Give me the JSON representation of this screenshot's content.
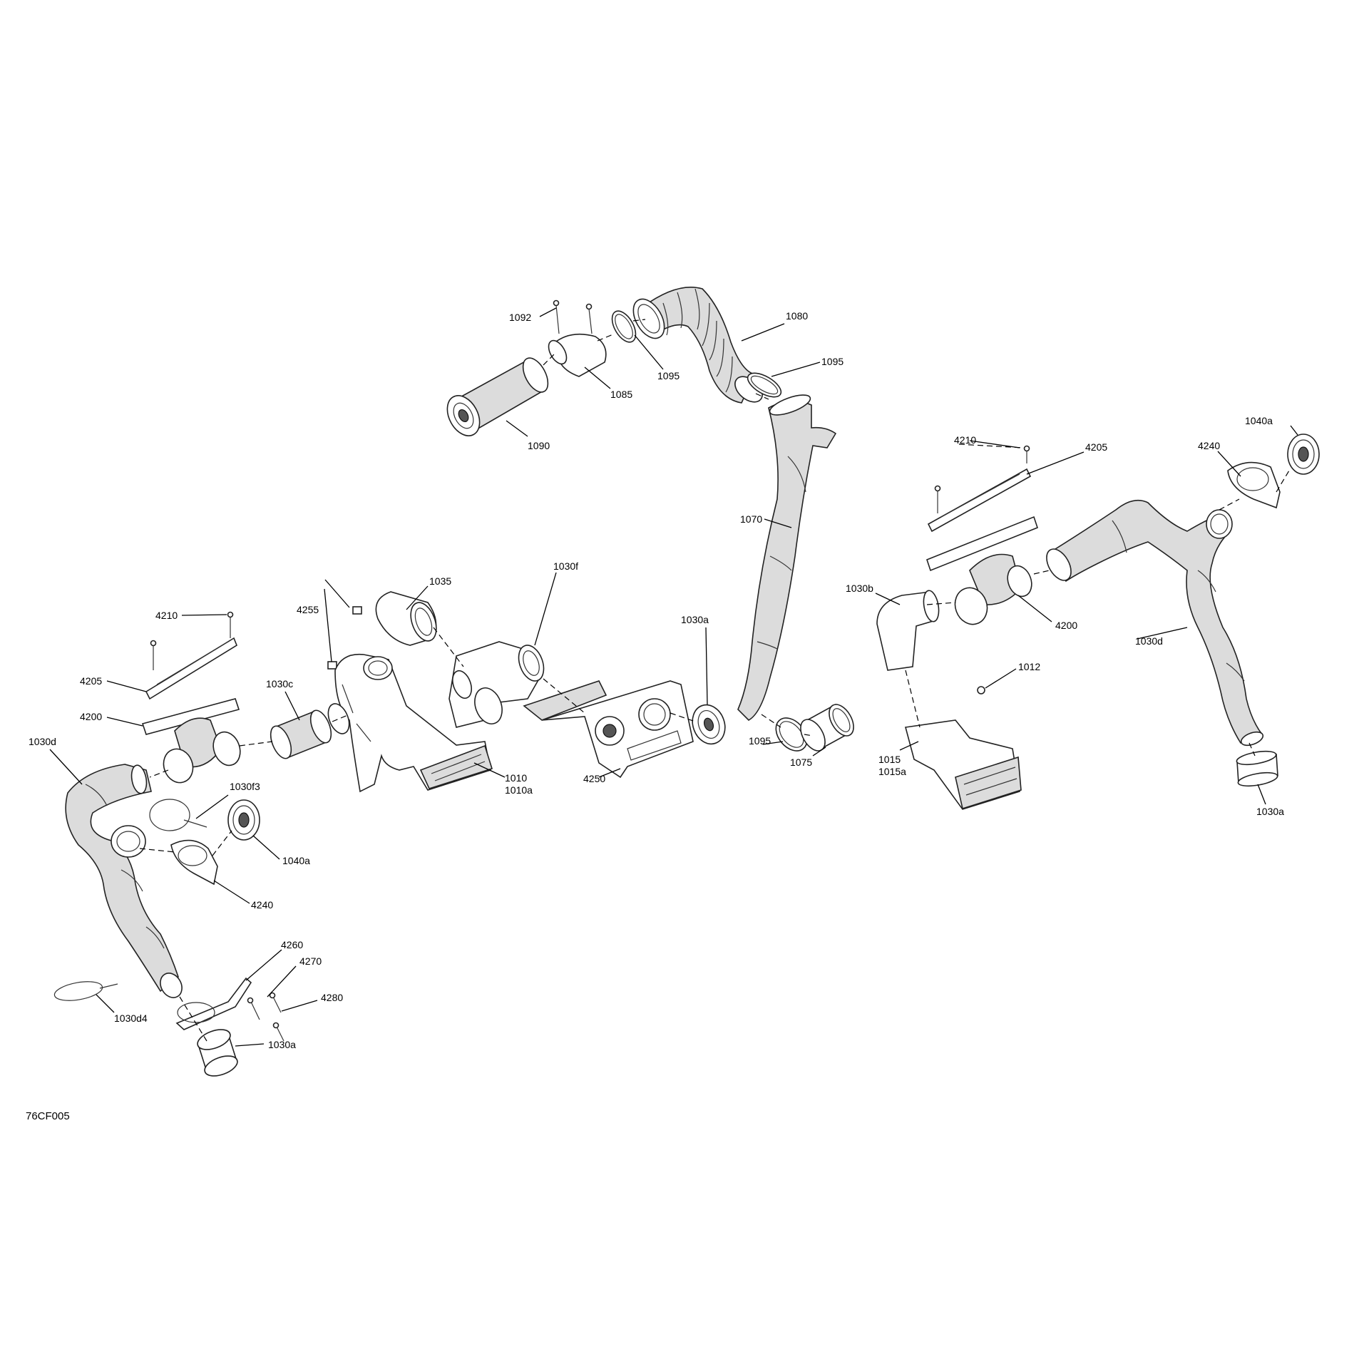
{
  "diagram_code": "76CF005",
  "labels": {
    "p1092": "1092",
    "p1085": "1085",
    "p1090": "1090",
    "p1095_top": "1095",
    "p1080": "1080",
    "p1095_mid": "1095",
    "p1070": "1070",
    "p1095_low": "1095",
    "p1075": "1075",
    "p1035": "1035",
    "p4255": "4255",
    "p1030f": "1030f",
    "p1030a_center": "1030a",
    "p1030c": "1030c",
    "p1010": "1010",
    "p1010a": "1010a",
    "p4250": "4250",
    "p4210_left": "4210",
    "p4205_left": "4205",
    "p4200_left": "4200",
    "p1030d_left": "1030d",
    "p1030f3": "1030f3",
    "p1040a_left": "1040a",
    "p4240_left": "4240",
    "p4260": "4260",
    "p4270": "4270",
    "p4280": "4280",
    "p1030d4": "1030d4",
    "p1030a_left": "1030a",
    "p4210_right": "4210",
    "p4205_right": "4205",
    "p1040a_right": "1040a",
    "p4240_right": "4240",
    "p1030b": "1030b",
    "p4200_right": "4200",
    "p1030d_right": "1030d",
    "p1012": "1012",
    "p1015": "1015",
    "p1015a": "1015a",
    "p1030a_right": "1030a"
  }
}
